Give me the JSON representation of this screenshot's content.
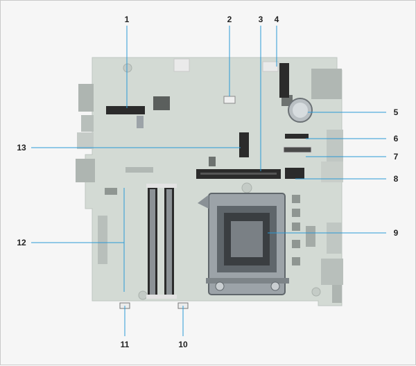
{
  "diagram": {
    "subject": "motherboard",
    "colors": {
      "background": "#f6f6f6",
      "board": "#d3dad4",
      "board_edge": "#bfc7c1",
      "slot_dark": "#2b2b2b",
      "socket_metal": "#9ca3a8",
      "leader_line": "#2a9ad6"
    },
    "callouts": [
      {
        "id": "1",
        "label": "1"
      },
      {
        "id": "2",
        "label": "2"
      },
      {
        "id": "3",
        "label": "3"
      },
      {
        "id": "4",
        "label": "4"
      },
      {
        "id": "5",
        "label": "5"
      },
      {
        "id": "6",
        "label": "6"
      },
      {
        "id": "7",
        "label": "7"
      },
      {
        "id": "8",
        "label": "8"
      },
      {
        "id": "9",
        "label": "9"
      },
      {
        "id": "10",
        "label": "10"
      },
      {
        "id": "11",
        "label": "11"
      },
      {
        "id": "12",
        "label": "12"
      },
      {
        "id": "13",
        "label": "13"
      }
    ]
  }
}
